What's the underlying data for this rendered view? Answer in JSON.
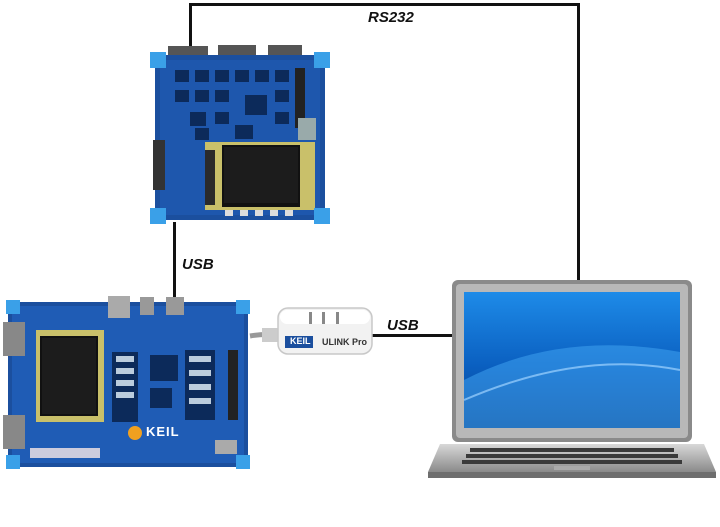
{
  "connections": {
    "rs232": "RS232",
    "usb_vertical": "USB",
    "usb_horizontal": "USB"
  },
  "devices": {
    "top_board": {
      "name": "target-board-top"
    },
    "bottom_board": {
      "name": "keil-eval-board",
      "logo_text": "KEIL"
    },
    "debug_adapter": {
      "name": "ulink-adapter",
      "brand": "KEIL",
      "model": "ULINK Pro"
    },
    "laptop": {
      "name": "laptop"
    }
  },
  "colors": {
    "pcb_blue": "#1b4f9e",
    "pcb_dark": "#123a78",
    "corner_blue": "#3aa0e8",
    "wire": "#111111"
  }
}
